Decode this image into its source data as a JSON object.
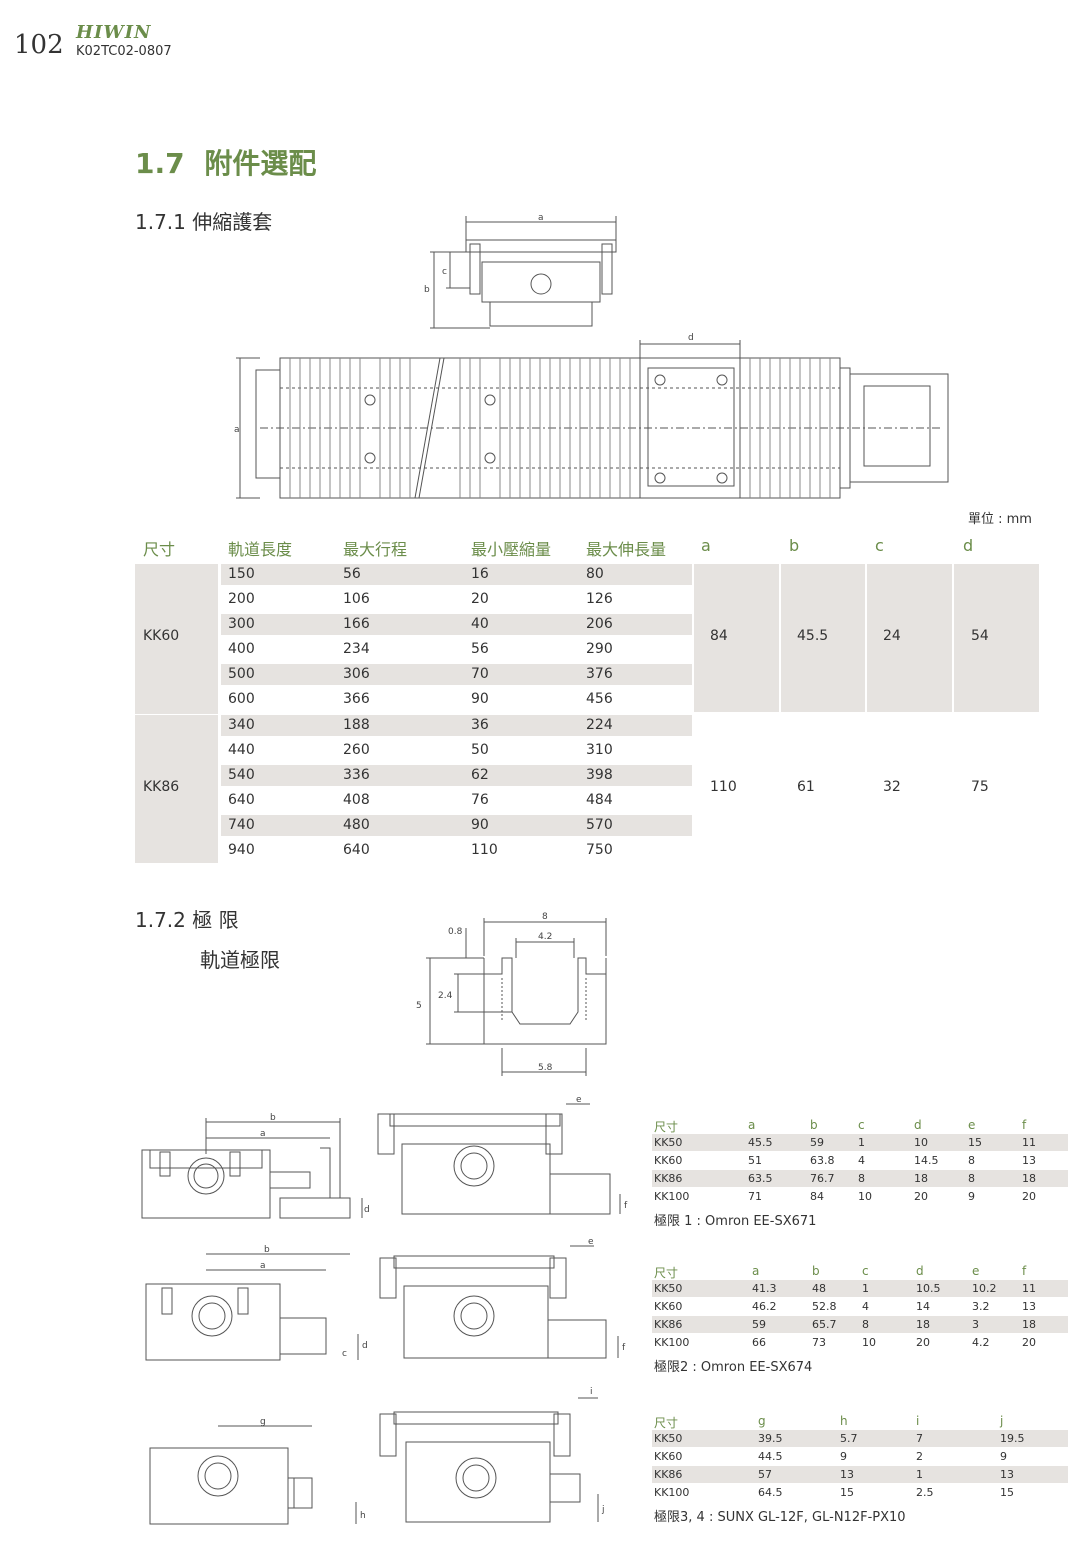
{
  "header": {
    "page_number": "102",
    "brand": "HIWIN",
    "doc_code": "K02TC02-0807"
  },
  "section": {
    "number": "1.7",
    "title": "附件選配"
  },
  "bellows": {
    "heading": "1.7.1 伸縮護套",
    "unit": "單位 : mm",
    "dims": {
      "a": "a",
      "b": "b",
      "c": "c",
      "d": "d"
    },
    "columns": [
      "尺寸",
      "軌道長度",
      "最大行程",
      "最小壓縮量",
      "最大伸長量",
      "a",
      "b",
      "c",
      "d"
    ],
    "groups": [
      {
        "size": "KK60",
        "a": "84",
        "b": "45.5",
        "c": "24",
        "d": "54",
        "rows": [
          [
            "150",
            "56",
            "16",
            "80"
          ],
          [
            "200",
            "106",
            "20",
            "126"
          ],
          [
            "300",
            "166",
            "40",
            "206"
          ],
          [
            "400",
            "234",
            "56",
            "290"
          ],
          [
            "500",
            "306",
            "70",
            "376"
          ],
          [
            "600",
            "366",
            "90",
            "456"
          ]
        ]
      },
      {
        "size": "KK86",
        "a": "110",
        "b": "61",
        "c": "32",
        "d": "75",
        "rows": [
          [
            "340",
            "188",
            "36",
            "224"
          ],
          [
            "440",
            "260",
            "50",
            "310"
          ],
          [
            "540",
            "336",
            "62",
            "398"
          ],
          [
            "640",
            "408",
            "76",
            "484"
          ],
          [
            "740",
            "480",
            "90",
            "570"
          ],
          [
            "940",
            "640",
            "110",
            "750"
          ]
        ]
      }
    ]
  },
  "limits": {
    "heading": "1.7.2 極 限",
    "subheading": "軌道極限",
    "rail_dims": {
      "w_top": "8",
      "w_inner": "4.2",
      "w_bottom": "5.8",
      "h_total": "5",
      "h_slot": "2.4",
      "h_lip": "0.8"
    },
    "fig_labels": {
      "a": "a",
      "b": "b",
      "c": "c",
      "d": "d",
      "e": "e",
      "f": "f",
      "g": "g",
      "h": "h",
      "i": "i",
      "j": "j"
    },
    "table1": {
      "columns": [
        "尺寸",
        "a",
        "b",
        "c",
        "d",
        "e",
        "f"
      ],
      "rows": [
        [
          "KK50",
          "45.5",
          "59",
          "1",
          "10",
          "15",
          "11"
        ],
        [
          "KK60",
          "51",
          "63.8",
          "4",
          "14.5",
          "8",
          "13"
        ],
        [
          "KK86",
          "63.5",
          "76.7",
          "8",
          "18",
          "8",
          "18"
        ],
        [
          "KK100",
          "71",
          "84",
          "10",
          "20",
          "9",
          "20"
        ]
      ],
      "caption": "極限 1 : Omron EE-SX671"
    },
    "table2": {
      "columns": [
        "尺寸",
        "a",
        "b",
        "c",
        "d",
        "e",
        "f"
      ],
      "rows": [
        [
          "KK50",
          "41.3",
          "48",
          "1",
          "10.5",
          "10.2",
          "11"
        ],
        [
          "KK60",
          "46.2",
          "52.8",
          "4",
          "14",
          "3.2",
          "13"
        ],
        [
          "KK86",
          "59",
          "65.7",
          "8",
          "18",
          "3",
          "18"
        ],
        [
          "KK100",
          "66",
          "73",
          "10",
          "20",
          "4.2",
          "20"
        ]
      ],
      "caption": "極限2 : Omron EE-SX674"
    },
    "table3": {
      "columns": [
        "尺寸",
        "g",
        "h",
        "i",
        "j"
      ],
      "rows": [
        [
          "KK50",
          "39.5",
          "5.7",
          "7",
          "19.5"
        ],
        [
          "KK60",
          "44.5",
          "9",
          "2",
          "9"
        ],
        [
          "KK86",
          "57",
          "13",
          "1",
          "13"
        ],
        [
          "KK100",
          "64.5",
          "15",
          "2.5",
          "15"
        ]
      ],
      "caption": "極限3, 4 : SUNX GL-12F, GL-N12F-PX10"
    }
  }
}
